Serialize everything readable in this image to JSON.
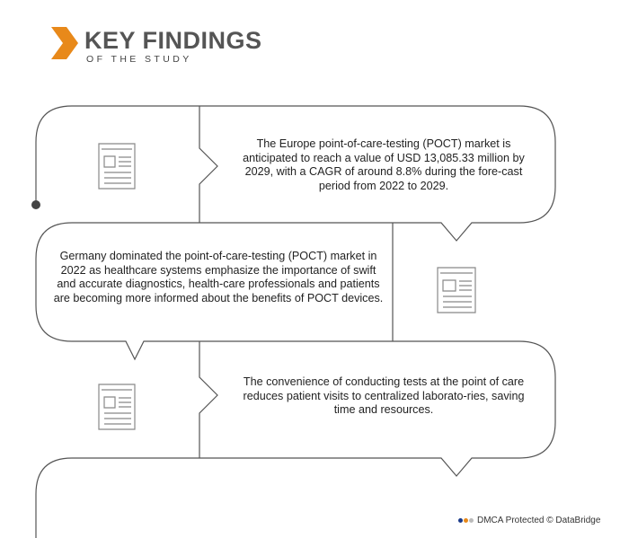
{
  "header": {
    "title": "KEY FINDINGS",
    "subtitle": "OF THE STUDY",
    "accent": "#E8891A"
  },
  "findings": [
    {
      "text": "The Europe point-of-care-testing (POCT) market is anticipated to reach a value of USD 13,085.33 million by 2029, with a CAGR of around 8.8% during the fore-cast period from 2022 to 2029.",
      "icon": "newspaper-icon"
    },
    {
      "text": "Germany dominated the point-of-care-testing (POCT) market in 2022 as healthcare systems emphasize the importance of swift and accurate diagnostics, health-care professionals and patients are becoming more informed about the benefits of POCT devices.",
      "icon": "newspaper-icon"
    },
    {
      "text": "The convenience of conducting tests at the point of care reduces patient visits to centralized laborato-ries, saving time and resources.",
      "icon": "newspaper-icon"
    }
  ],
  "footer": {
    "text": "DMCA Protected © DataBridge"
  }
}
